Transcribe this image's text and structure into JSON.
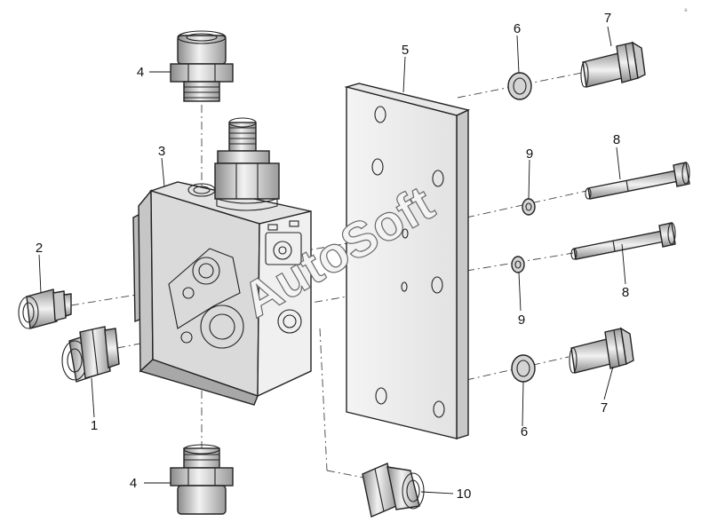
{
  "diagram": {
    "callouts": {
      "c1": "1",
      "c2": "2",
      "c3": "3",
      "c4_top": "4",
      "c4_bottom": "4",
      "c5": "5",
      "c6_top": "6",
      "c6_bottom": "6",
      "c7_top": "7",
      "c7_bottom": "7",
      "c8_top": "8",
      "c8_bottom": "8",
      "c9_top": "9",
      "c9_bottom": "9",
      "c10": "10"
    },
    "watermark": "AutoSoft",
    "corner_mark": "a"
  }
}
